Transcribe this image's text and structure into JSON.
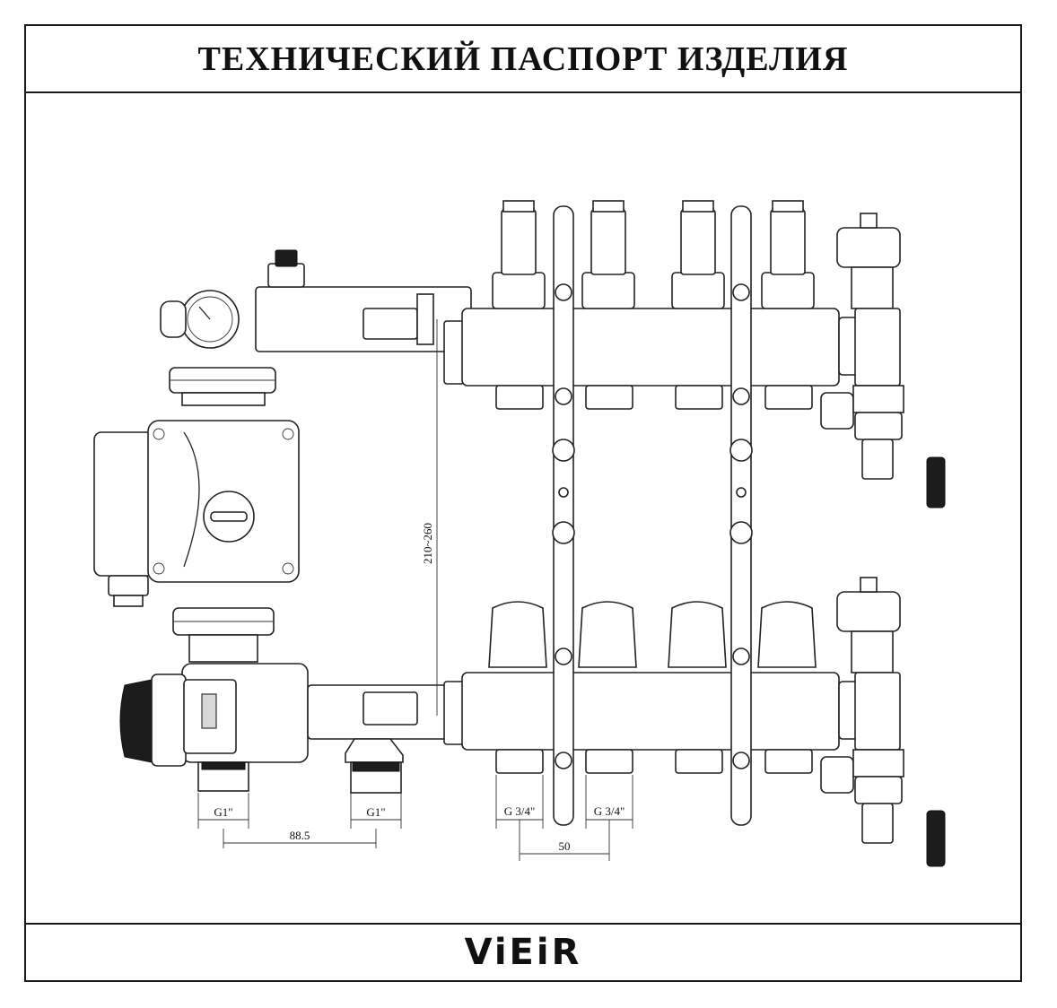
{
  "document": {
    "title": "ТЕХНИЧЕСКИЙ ПАСПОРТ ИЗДЕЛИЯ",
    "brand": "ViEiR"
  },
  "drawing": {
    "dimensions": {
      "height_range": "210~260",
      "inlet_thread_left": "G1\"",
      "inlet_thread_right": "G1\"",
      "inlet_spacing": "88.5",
      "outlet_thread_1": "G 3/4\"",
      "outlet_thread_2": "G 3/4\"",
      "outlet_spacing": "50"
    },
    "circuits": 4
  }
}
